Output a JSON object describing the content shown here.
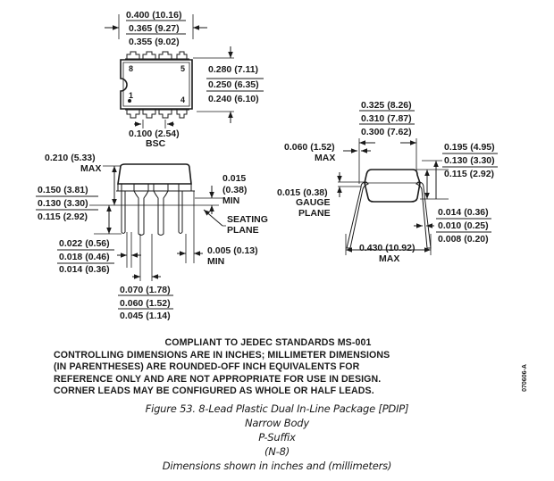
{
  "figure": {
    "caption_lines": [
      "Figure 53. 8-Lead Plastic Dual In-Line Package [PDIP]",
      "Narrow Body",
      "P-Suffix",
      "(N-8)",
      "Dimensions shown in inches and (millimeters)"
    ],
    "drawing_code": "070606-A"
  },
  "notes": {
    "title": "COMPLIANT TO JEDEC STANDARDS MS-001",
    "lines": [
      "CONTROLLING DIMENSIONS ARE IN INCHES; MILLIMETER DIMENSIONS",
      "(IN PARENTHESES) ARE ROUNDED-OFF INCH EQUIVALENTS FOR",
      "REFERENCE ONLY AND ARE NOT APPROPRIATE FOR USE IN DESIGN.",
      "CORNER LEADS MAY BE CONFIGURED AS WHOLE OR HALF LEADS."
    ]
  },
  "top_view": {
    "pin_labels": {
      "p8": "8",
      "p5": "5",
      "p1": "1",
      "p4": "4"
    },
    "length": [
      "0.400 (10.16)",
      "0.365 (9.27)",
      "0.355 (9.02)"
    ],
    "width": [
      "0.280 (7.11)",
      "0.250 (6.35)",
      "0.240 (6.10)"
    ],
    "pitch": [
      "0.100 (2.54)",
      "BSC"
    ]
  },
  "side_view": {
    "height_max": [
      "0.210 (5.33)",
      "MAX"
    ],
    "lead_length": [
      "0.150 (3.81)",
      "0.130 (3.30)",
      "0.115 (2.92)"
    ],
    "standoff": [
      "0.015",
      "(0.38)",
      "MIN"
    ],
    "seating_plane": [
      "SEATING",
      "PLANE"
    ],
    "lead_width": [
      "0.022 (0.56)",
      "0.018 (0.46)",
      "0.014 (0.36)"
    ],
    "shoulder_width": [
      "0.070 (1.78)",
      "0.060 (1.52)",
      "0.045 (1.14)"
    ],
    "end_gap": [
      "0.005 (0.13)",
      "MIN"
    ]
  },
  "end_view": {
    "row_spacing": [
      "0.325 (8.26)",
      "0.310 (7.87)",
      "0.300 (7.62)"
    ],
    "lead_offset": [
      "0.060 (1.52)",
      "MAX"
    ],
    "gauge_plane": [
      "0.015 (0.38)",
      "GAUGE",
      "PLANE"
    ],
    "body_height": [
      "0.195 (4.95)",
      "0.130 (3.30)",
      "0.115 (2.92)"
    ],
    "lead_thickness": [
      "0.014 (0.36)",
      "0.010 (0.25)",
      "0.008 (0.20)"
    ],
    "overall_width": [
      "0.430 (10.92)",
      "MAX"
    ]
  }
}
